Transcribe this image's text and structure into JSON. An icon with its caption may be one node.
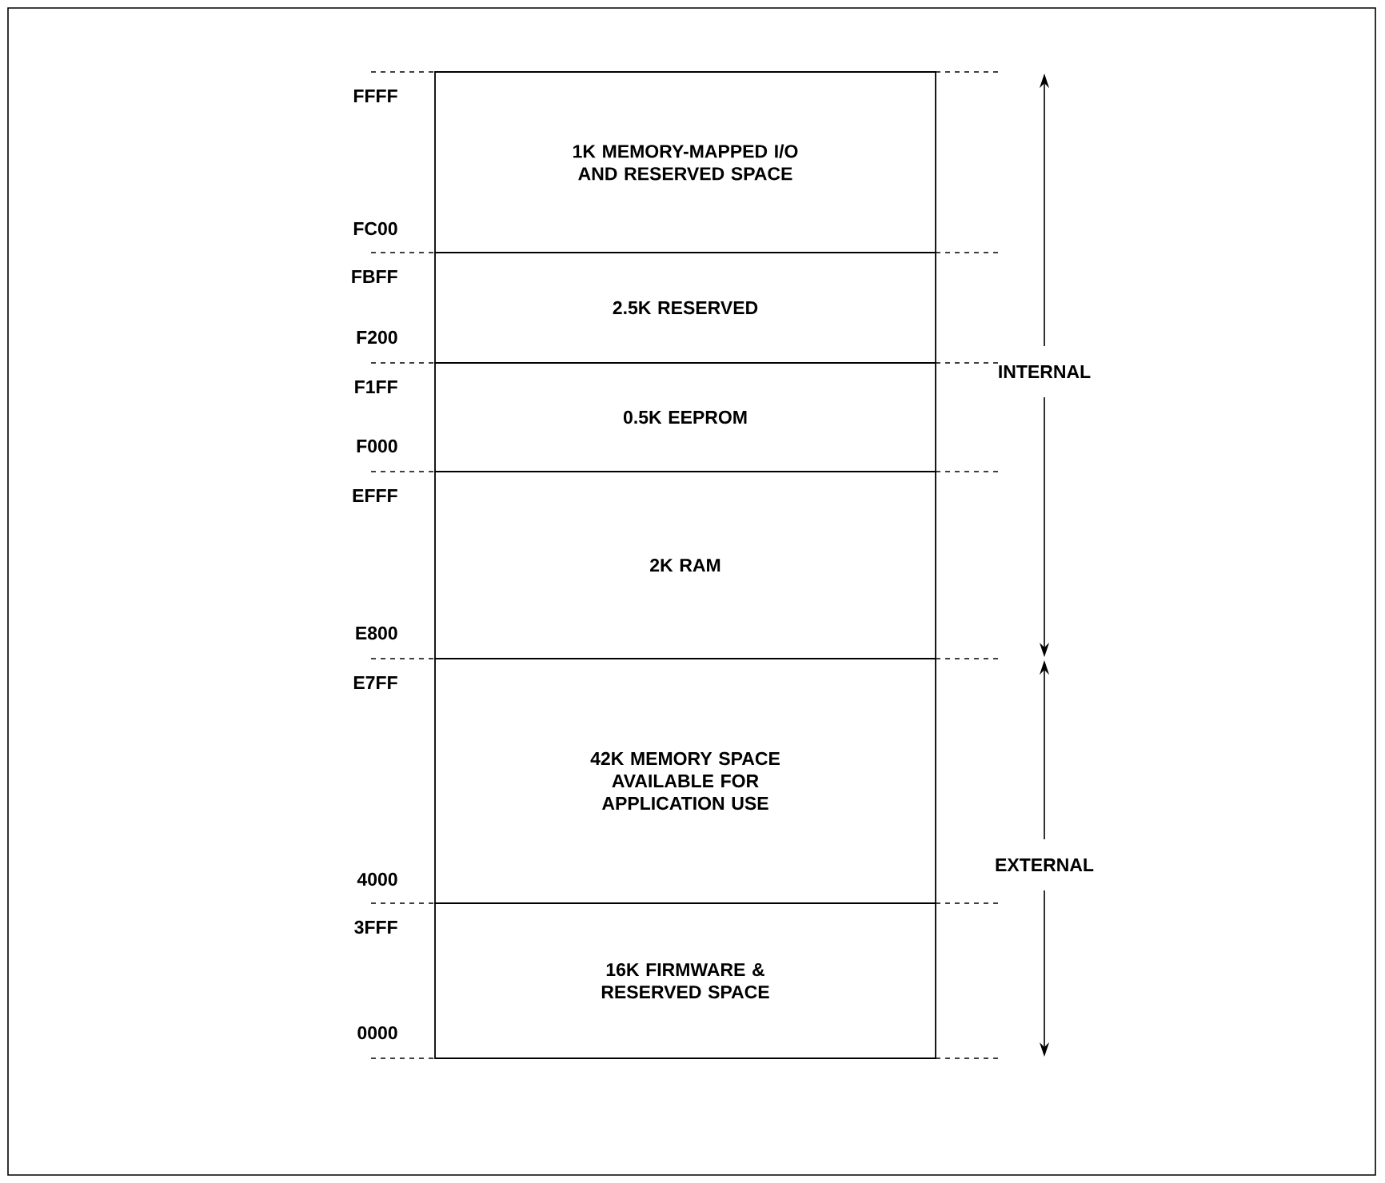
{
  "diagram": {
    "nodes": [
      {
        "text": [
          "1K MEMORY-MAPPED I/O AND RESERVED SPACE"
        ]
      },
      {
        "text": [
          "2.5K RESERVED"
        ]
      },
      {
        "text": [
          "0.5K EEPROM"
        ]
      },
      {
        "text": [
          "2K RAM"
        ]
      },
      {
        "text": [
          "42K MEMORY SPACE AVAILABLE FOR APPLICATION USE"
        ]
      },
      {
        "text": [
          "16K FIRMWARE & RESERVED SPACE"
        ]
      }
    ],
    "edges": [],
    "labels": [
      "FFFF",
      "FC00",
      "FBFF",
      "F200",
      "F1FF",
      "F000",
      "EFFF",
      "E800",
      "E7FF",
      "4000",
      "3FFF",
      "0000",
      "INTERNAL",
      "EXTERNAL"
    ]
  }
}
